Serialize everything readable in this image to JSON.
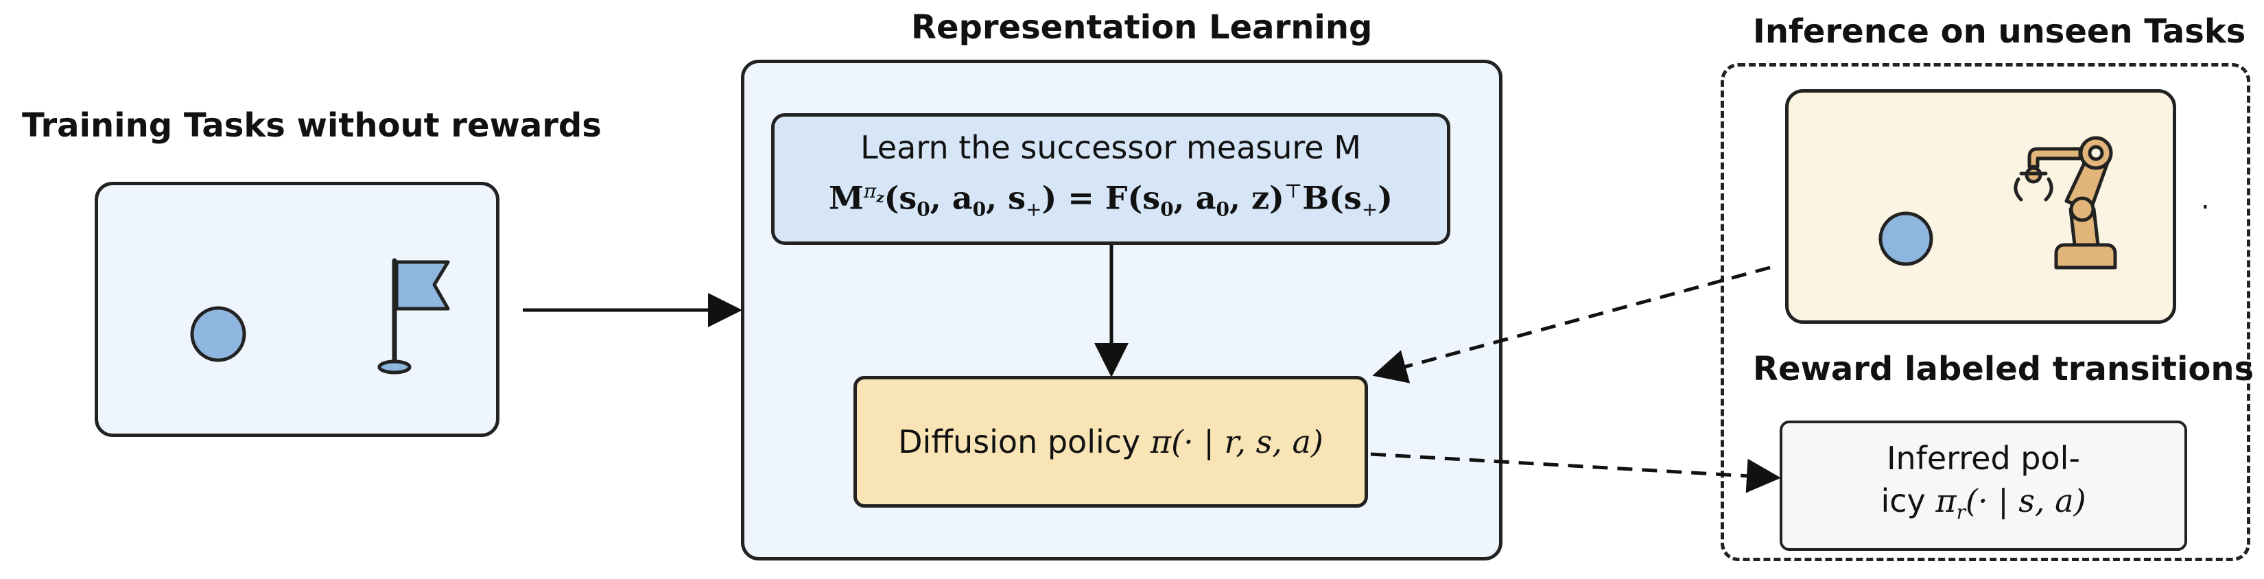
{
  "left_panel": {
    "title": "Training Tasks without rewards",
    "icons": [
      "circle-icon",
      "flag-icon"
    ]
  },
  "center_panel": {
    "title": "Representation Learning",
    "successor_box": {
      "line1": "Learn the successor measure M",
      "formula": "Mπz(s0, a0, s+) = F(s0, a0, z)⊤B(s+)",
      "formula_parts": {
        "M": "M",
        "sup": "π",
        "sup_sub": "z",
        "lhs_args": "(s",
        "s0": "0",
        "a": ", a",
        "a0": "0",
        "s_plus_pre": ", s",
        "plus": "+",
        "eq": ") = F(s",
        "s0b": "0",
        "a_b": ", a",
        "a0b": "0",
        "z": ", z)",
        "top": "⊤",
        "B": "B(s",
        "plus_b": "+",
        "close": ")"
      }
    },
    "policy_box": {
      "label": "Diffusion policy",
      "math": "π(· | r, s, a)"
    }
  },
  "right_panel": {
    "title": "Inference on unseen Tasks",
    "subtitle": "Reward labeled transitions",
    "icons": [
      "circle-icon",
      "robot-arm-icon"
    ],
    "dot": ".",
    "inferred_box": {
      "line1": "Inferred pol-",
      "line2_prefix": "icy",
      "line2_math": "π",
      "line2_sub": "r",
      "line2_rest": "(· | s, a)"
    }
  },
  "colors": {
    "light_blue_fill": "#eef5fc",
    "successor_fill": "#d6e6f6",
    "policy_fill": "#f8e4b5",
    "robot_panel_fill": "#fbf4e2",
    "inferred_fill": "#f6f7f8",
    "icon_blue": "#8fb6de",
    "robot_tan": "#e2b67a"
  }
}
